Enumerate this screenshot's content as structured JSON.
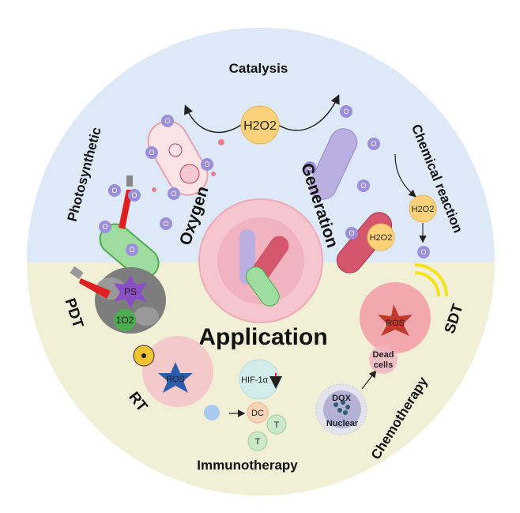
{
  "top_half": {
    "title": "Catalysis",
    "h2o2_main": "H2O2",
    "photosynthetic": "Photosynthetic",
    "chemical_reaction": "Chemical reaction",
    "oxygen": "Oxygen",
    "generation": "Generation",
    "h2o2_a": "H2O2",
    "h2o2_b": "H2O2",
    "oxygen_symbol": "O"
  },
  "bottom_half": {
    "title": "Application",
    "pdt": "PDT",
    "ps": "PS",
    "singlet_oxygen": "1O2",
    "rt": "RT",
    "ros_rt": "ROS",
    "sdt": "SDT",
    "ros_sdt": "ROS",
    "hif": "HIF-1α",
    "dc": "DC",
    "t1": "T",
    "t2": "T",
    "immunotherapy": "Immunotherapy",
    "dox": "DOX",
    "nuclear": "Nuclear",
    "dead_cells_1": "Dead",
    "dead_cells_2": "cells",
    "chemotherapy": "Chemotherapy"
  },
  "colors": {
    "top_bg": "#dde9f7",
    "bottom_bg": "#f1efd6",
    "oxygen": "#9b8fdc",
    "h2o2": "#fbd27a"
  }
}
